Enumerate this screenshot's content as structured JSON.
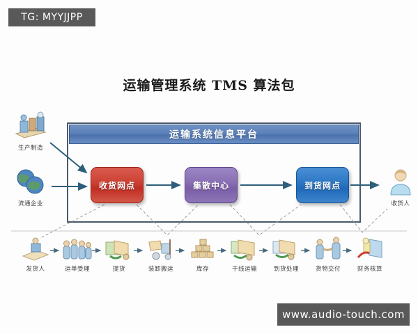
{
  "watermarks": {
    "top": "TG: MYYJJPP",
    "bottom": "www.audio-touch.com"
  },
  "title": "运输管理系统  TMS 算法包",
  "platform": {
    "banner_label": "运输系统信息平台"
  },
  "colors": {
    "banner_blue": "#4c72ae",
    "node_red": "#cc4336",
    "node_purple": "#7a5da6",
    "node_blue": "#1f69b8",
    "arrow": "#2e5f7a",
    "frame_border": "#4a5a6a",
    "watermark_bg": "#595959"
  },
  "sources": [
    {
      "label": "生产制造",
      "icon": "factory-icon"
    },
    {
      "label": "流通企业",
      "icon": "globe-icon"
    }
  ],
  "nodes": [
    {
      "label": "收货网点",
      "color": "#cc4336"
    },
    {
      "label": "集散中心",
      "color": "#7a5da6"
    },
    {
      "label": "到货网点",
      "color": "#1f69b8"
    }
  ],
  "endpoint": {
    "label": "收货人",
    "icon": "person-icon"
  },
  "steps": [
    {
      "label": "发货人",
      "icon": "desk-person-icon"
    },
    {
      "label": "运单受理",
      "icon": "staff-group-icon"
    },
    {
      "label": "提货",
      "icon": "pickup-truck-icon"
    },
    {
      "label": "装卸搬运",
      "icon": "forklift-icon"
    },
    {
      "label": "库存",
      "icon": "stacked-boxes-icon"
    },
    {
      "label": "干线运输",
      "icon": "line-haul-truck-icon"
    },
    {
      "label": "到货处理",
      "icon": "arrival-truck-icon"
    },
    {
      "label": "货物交付",
      "icon": "handshake-icon"
    },
    {
      "label": "财务核算",
      "icon": "finance-icon"
    }
  ]
}
